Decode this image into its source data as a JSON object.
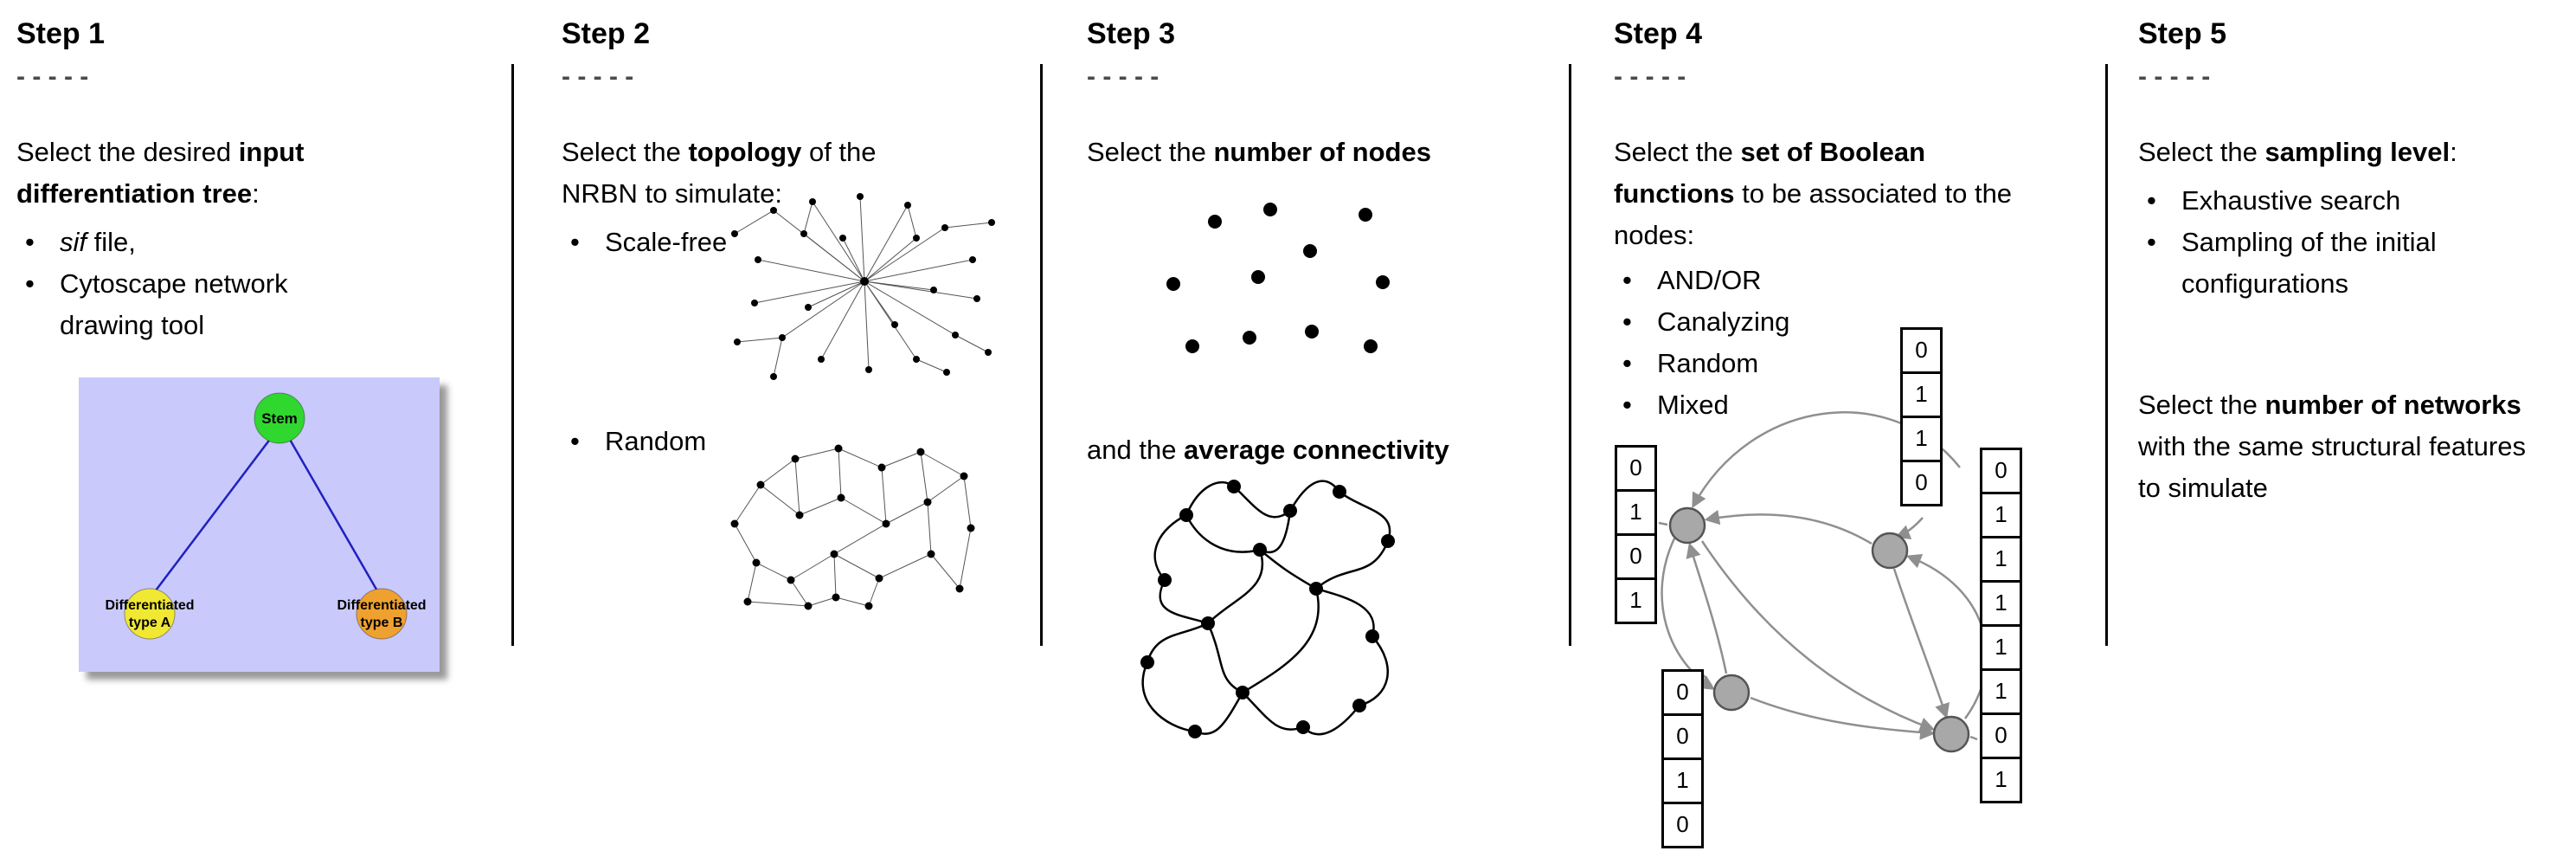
{
  "steps": [
    {
      "title": "Step 1",
      "separator": "- - - - -",
      "intro": {
        "pre": "Select the desired ",
        "bold": "input differentiation tree",
        "post": ":"
      },
      "bullets": {
        "b1_italic": "sif",
        "b1_rest": " file,",
        "b2": "Cytoscape network drawing tool"
      },
      "figure": {
        "bg_color": "#c9c9fb",
        "edge_color": "#2020c0",
        "stem": {
          "label": "Stem",
          "color": "#2fd72f"
        },
        "type_a": {
          "line1": "Differentiated",
          "line2": "type A",
          "color": "#f0e832"
        },
        "type_b": {
          "line1": "Differentiated",
          "line2": "type B",
          "color": "#efa12f"
        }
      }
    },
    {
      "title": "Step 2",
      "separator": "- - - - -",
      "intro": {
        "pre": "Select the ",
        "bold": "topology",
        "post": " of the NRBN to simulate:"
      },
      "bullets": {
        "b1": "Scale-free",
        "b2": "Random"
      }
    },
    {
      "title": "Step 3",
      "separator": "- - - - -",
      "intro": {
        "pre": "Select the ",
        "bold": "number of nodes",
        "post": ""
      },
      "second": {
        "pre": "and the ",
        "bold": "average connectivity",
        "post": ""
      }
    },
    {
      "title": "Step 4",
      "separator": "- - - - -",
      "intro": {
        "pre": "Select the ",
        "bold": "set of Boolean functions",
        "post": " to be associated to the nodes:"
      },
      "bullets": {
        "b1": "AND/OR",
        "b2": "Canalyzing",
        "b3": "Random",
        "b4": "Mixed"
      },
      "figure": {
        "node_color": "#a8a8a8",
        "node_stroke": "#555555",
        "arrow_color": "#8f8f8f",
        "tables": {
          "left": [
            "0",
            "1",
            "0",
            "1"
          ],
          "top": [
            "0",
            "1",
            "1",
            "0"
          ],
          "bottom_left": [
            "0",
            "0",
            "1",
            "0"
          ],
          "right": [
            "0",
            "1",
            "1",
            "1",
            "1",
            "1",
            "0",
            "1"
          ]
        }
      }
    },
    {
      "title": "Step 5",
      "separator": "- - - - -",
      "intro": {
        "pre": "Select the ",
        "bold": "sampling level",
        "post": ":"
      },
      "bullets": {
        "b1": "Exhaustive search",
        "b2": "Sampling of the initial configurations"
      },
      "second": {
        "pre": "Select the ",
        "bold": "number of networks",
        "post": " with the same structural features to simulate"
      }
    }
  ]
}
